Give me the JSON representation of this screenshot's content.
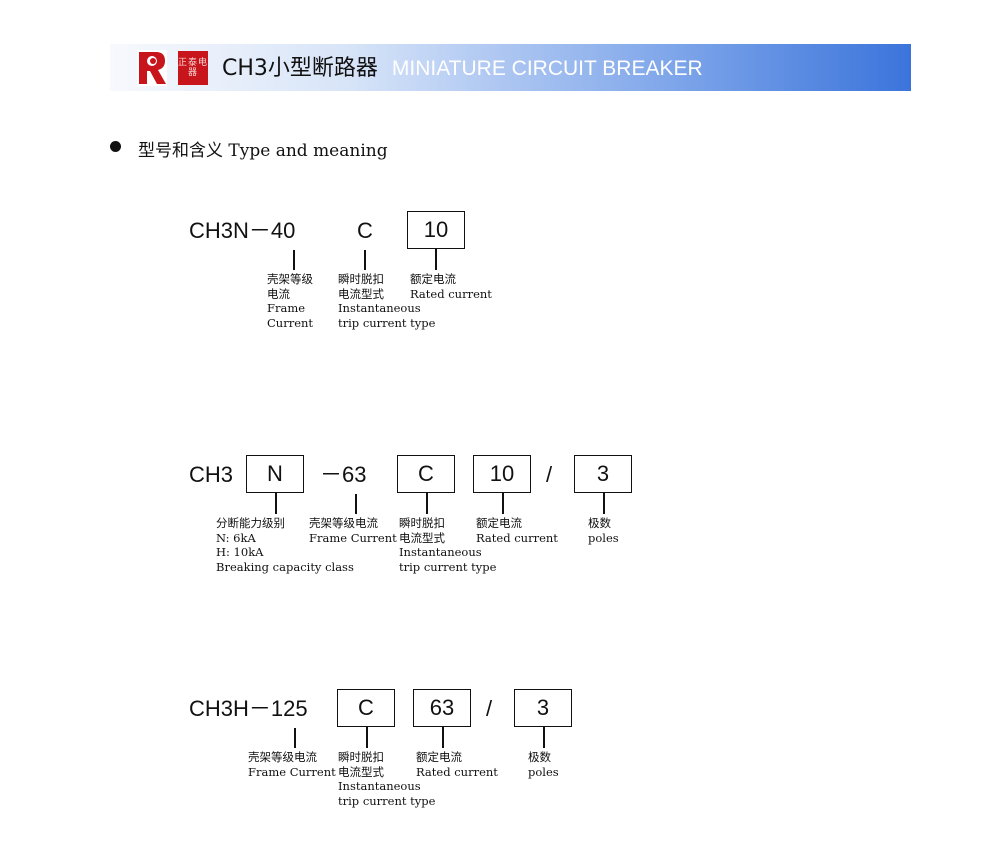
{
  "header": {
    "title_cn": "CH3小型断路器",
    "title_en": "MINIATURE CIRCUIT BREAKER",
    "logo_seal_text": "正泰电器",
    "brand_color": "#c8141b",
    "banner_color": "#3b74db"
  },
  "section": {
    "heading": "型号和含义  Type and meaning"
  },
  "model1": {
    "prefix": "CH3N－40",
    "trip_type": "C",
    "rated_current": "10",
    "labels": {
      "frame": [
        "壳架等级",
        "电流",
        "Frame",
        "Current"
      ],
      "trip": [
        "瞬时脱扣",
        "电流型式",
        "Instantaneous",
        "trip current type"
      ],
      "rated": [
        "额定电流",
        "Rated current"
      ]
    }
  },
  "model2": {
    "prefix": "CH3",
    "breaking": "N",
    "frame": "－63",
    "trip_type": "C",
    "rated_current": "10",
    "slash": "/",
    "poles": "3",
    "labels": {
      "breaking": [
        "分断能力级别",
        "N: 6kA",
        "H: 10kA",
        "Breaking capacity class"
      ],
      "frame": [
        "壳架等级电流",
        "Frame Current"
      ],
      "trip": [
        "瞬时脱扣",
        "电流型式",
        "Instantaneous",
        "trip current type"
      ],
      "rated": [
        "额定电流",
        "Rated current"
      ],
      "poles": [
        "极数",
        "poles"
      ]
    }
  },
  "model3": {
    "prefix": "CH3H－125",
    "trip_type": "C",
    "rated_current": "63",
    "slash": "/",
    "poles": "3",
    "labels": {
      "frame": [
        "壳架等级电流",
        "Frame Current"
      ],
      "trip": [
        "瞬时脱扣",
        "电流型式",
        "Instantaneous",
        "trip current type"
      ],
      "rated": [
        "额定电流",
        "Rated current"
      ],
      "poles": [
        "极数",
        "poles"
      ]
    }
  }
}
